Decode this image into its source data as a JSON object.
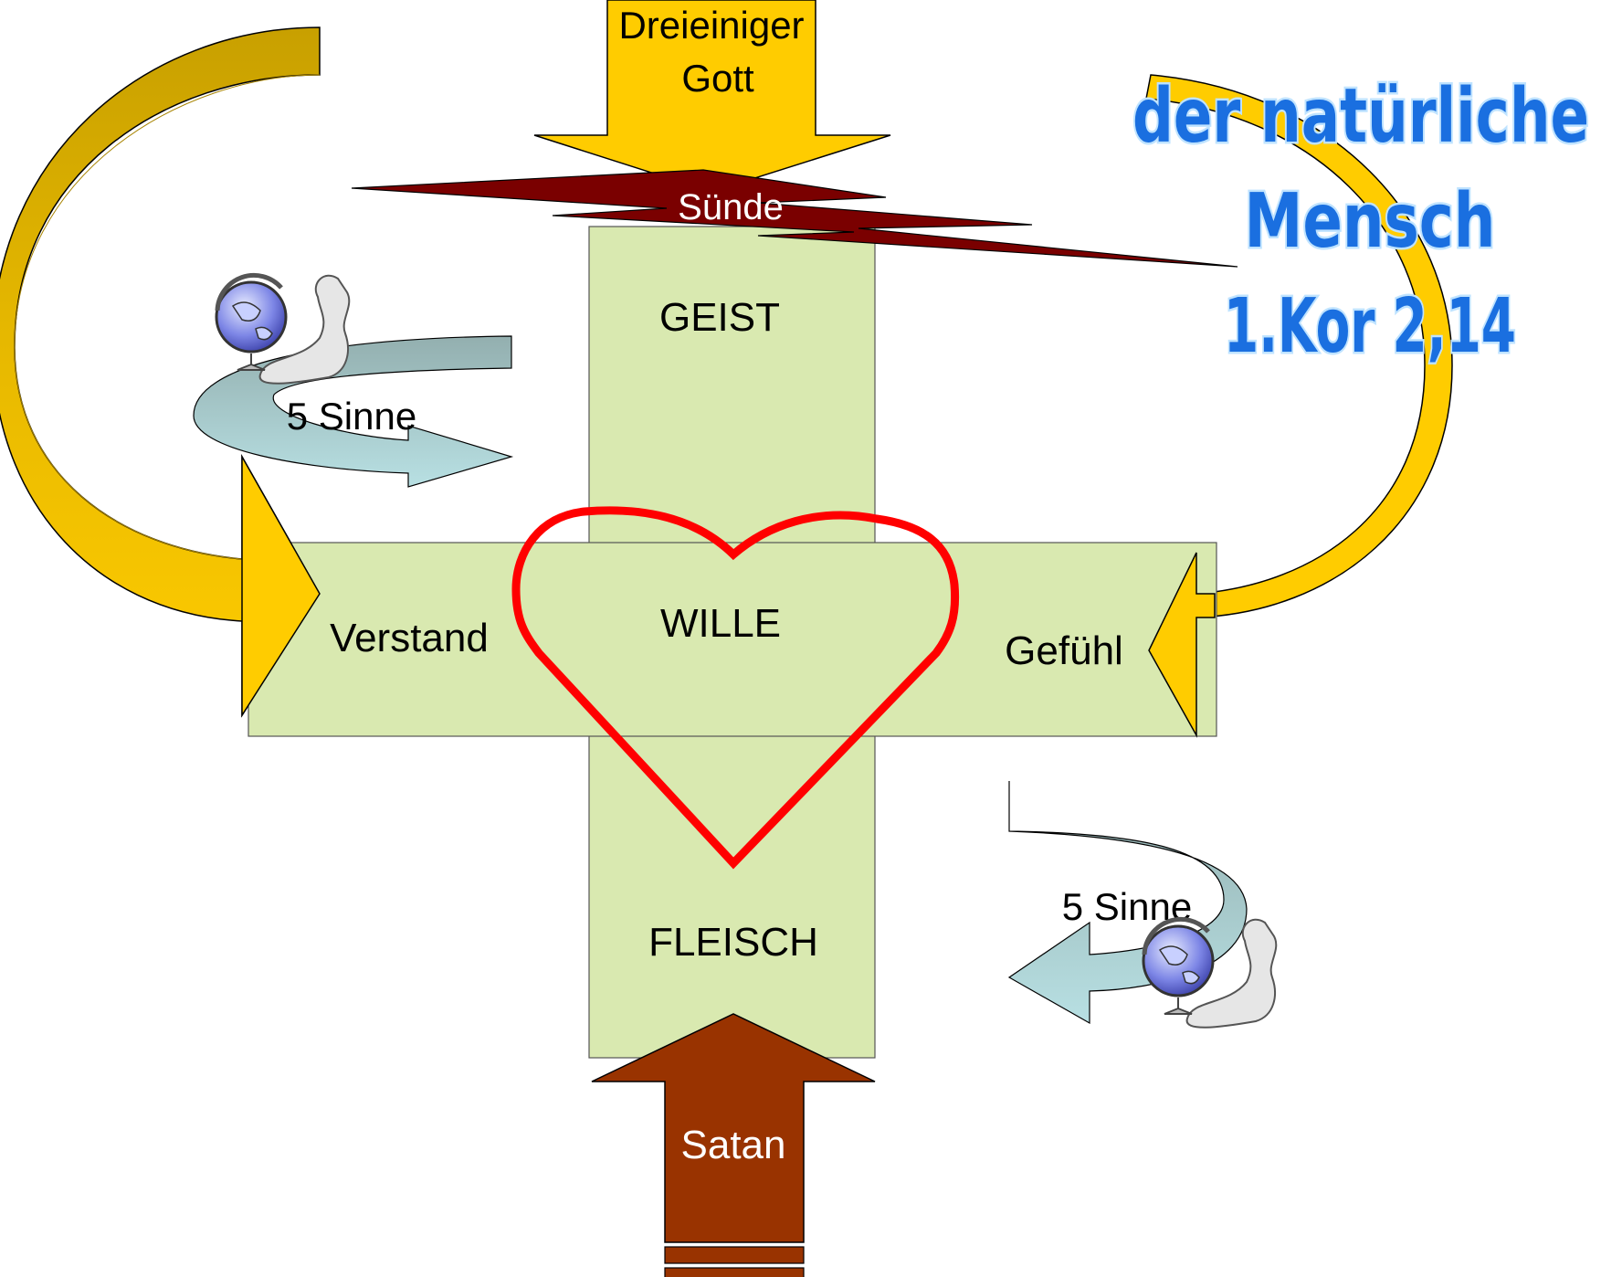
{
  "title": {
    "line1": "der natürliche",
    "line2": "Mensch",
    "line3": "1.Kor 2,14"
  },
  "top_arrow": {
    "line1": "Dreieiniger",
    "line2": "Gott"
  },
  "sin_label": "Sünde",
  "cross": {
    "top": "GEIST",
    "center": "WILLE",
    "left": "Verstand",
    "right": "Gefühl",
    "bottom": "FLEISCH"
  },
  "senses_left": "5 Sinne",
  "senses_right": "5 Sinne",
  "bottom_arrow": "Satan",
  "colors": {
    "cross_fill": "#d9e9b0",
    "gold": "#ffcc00",
    "gold_dark": "#c8a000",
    "sin": "#7a0000",
    "satan": "#993300",
    "heart": "#ff0000",
    "senses_light": "#b8e0e3",
    "senses_dark": "#93afaf",
    "title": "#1a6fe0"
  },
  "icons": [
    "globe-figure-icon",
    "globe-figure-icon"
  ]
}
